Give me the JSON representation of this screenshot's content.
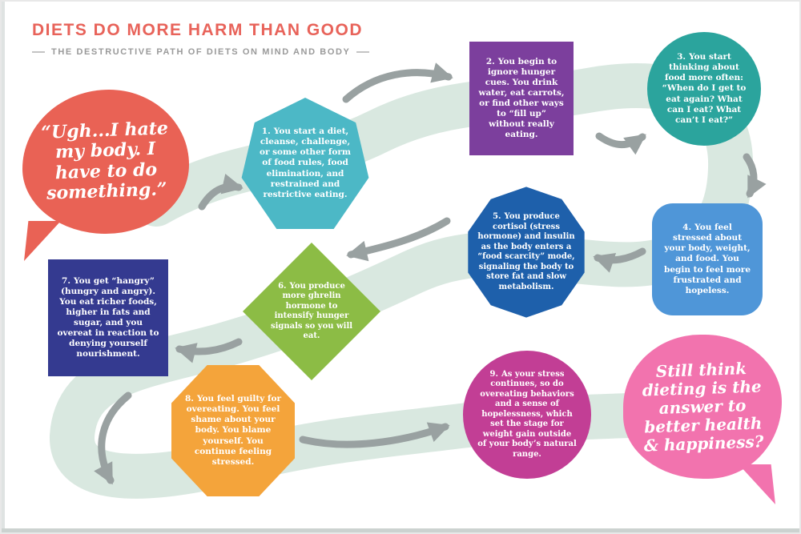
{
  "header": {
    "title": "DIETS DO MORE HARM THAN GOOD",
    "subtitle": "THE DESTRUCTIVE PATH OF DIETS ON MIND AND BODY"
  },
  "colors": {
    "title": "#e8635a",
    "subtitle": "#9a9a9a",
    "road": "#d9e8e0",
    "arrow": "#99a1a1"
  },
  "bubbles": {
    "intro": {
      "text": "“Ugh...I hate my body. I have to do something.”",
      "color": "#e96255"
    },
    "outro": {
      "text": "Still think dieting is the answer to better health & happiness?",
      "color": "#f273ae"
    }
  },
  "steps": [
    {
      "num": "1.",
      "shape": "heptagon",
      "color": "#4cb8c6",
      "text": "You start a diet, cleanse, challenge, or some other form of food rules, food elimination, and restrained and restrictive eating."
    },
    {
      "num": "2.",
      "shape": "rectangle",
      "color": "#7c3f9d",
      "text": "You begin to ignore hunger cues. You drink water, eat carrots, or find other ways to “fill up” without really eating."
    },
    {
      "num": "3.",
      "shape": "circle",
      "color": "#2ba49d",
      "text": "You start thinking about food more often: “When do I get to eat again? What can I eat? What can’t I eat?”"
    },
    {
      "num": "4.",
      "shape": "rounded-square",
      "color": "#4f96d8",
      "text": "You feel stressed about your body, weight, and food. You begin to feel more frustrated and hopeless."
    },
    {
      "num": "5.",
      "shape": "decagon",
      "color": "#1e60ab",
      "text": "You produce cortisol (stress hormone) and insulin as the body enters a “food scarcity” mode, signaling the body to store fat and slow metabolism."
    },
    {
      "num": "6.",
      "shape": "diamond",
      "color": "#8cbc45",
      "text": "You produce more ghrelin hormone to intensify hunger signals so you will eat."
    },
    {
      "num": "7.",
      "shape": "square",
      "color": "#343a90",
      "text": "You get “hangry” (hungry and angry). You eat richer foods, higher in fats and sugar, and you overeat in reaction to denying yourself nourishment."
    },
    {
      "num": "8.",
      "shape": "octagon",
      "color": "#f4a43b",
      "text": "You feel guilty for overeating. You feel shame about your body. You blame yourself. You continue feeling stressed."
    },
    {
      "num": "9.",
      "shape": "circle",
      "color": "#c23e95",
      "text": "As your stress continues, so do overeating behaviors and a sense of hopelessness, which set the stage for weight gain outside of your body’s natural range."
    }
  ]
}
